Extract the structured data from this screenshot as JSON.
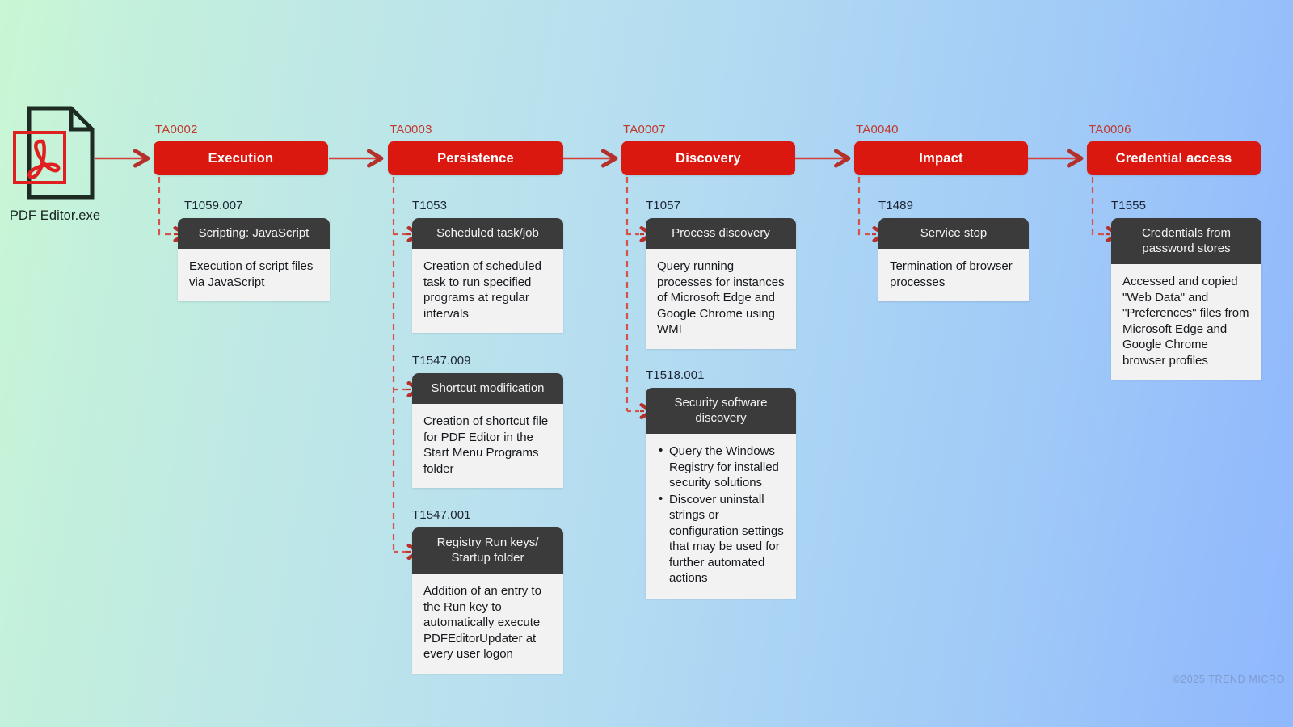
{
  "source": {
    "label": "PDF Editor.exe",
    "icon": "pdf-document-icon"
  },
  "watermark": "©2025 TREND MICRO",
  "colors": {
    "tactic_box": "#da1810",
    "tactic_id_text": "#c0392f",
    "card_header_bg": "#3b3b3b",
    "card_body_bg": "#f2f2f2",
    "connector": "#c0392f",
    "background_start": "#c9f7d4",
    "background_end": "#8fb8fd"
  },
  "columns": [
    {
      "tactic_id": "TA0002",
      "tactic_label": "Execution",
      "techniques": [
        {
          "id": "T1059.007",
          "title": "Scripting: JavaScript",
          "body": "Execution of script files via JavaScript",
          "bullets": []
        }
      ]
    },
    {
      "tactic_id": "TA0003",
      "tactic_label": "Persistence",
      "techniques": [
        {
          "id": "T1053",
          "title": "Scheduled task/job",
          "body": "Creation of scheduled task to run specified programs at regular intervals",
          "bullets": []
        },
        {
          "id": "T1547.009",
          "title": "Shortcut modification",
          "body": "Creation of shortcut file for PDF Editor in the Start Menu Programs folder",
          "bullets": []
        },
        {
          "id": "T1547.001",
          "title": "Registry Run keys/ Startup folder",
          "body": "Addition of an entry to the Run key to automatically execute PDFEditorUpdater at every user logon",
          "bullets": []
        }
      ]
    },
    {
      "tactic_id": "TA0007",
      "tactic_label": "Discovery",
      "techniques": [
        {
          "id": "T1057",
          "title": "Process discovery",
          "body": "Query running processes for instances of Microsoft Edge and Google Chrome using WMI",
          "bullets": []
        },
        {
          "id": "T1518.001",
          "title": "Security software discovery",
          "body": "",
          "bullets": [
            "Query the Windows Registry for installed security solutions",
            "Discover uninstall strings or configuration settings that may be used for further automated actions"
          ]
        }
      ]
    },
    {
      "tactic_id": "TA0040",
      "tactic_label": "Impact",
      "techniques": [
        {
          "id": "T1489",
          "title": "Service stop",
          "body": "Termination of browser processes",
          "bullets": []
        }
      ]
    },
    {
      "tactic_id": "TA0006",
      "tactic_label": "Credential access",
      "techniques": [
        {
          "id": "T1555",
          "title": "Credentials from password stores",
          "body": "Accessed and copied \"Web Data\" and \"Preferences\" files from Microsoft Edge and Google Chrome browser profiles",
          "bullets": []
        }
      ]
    }
  ]
}
